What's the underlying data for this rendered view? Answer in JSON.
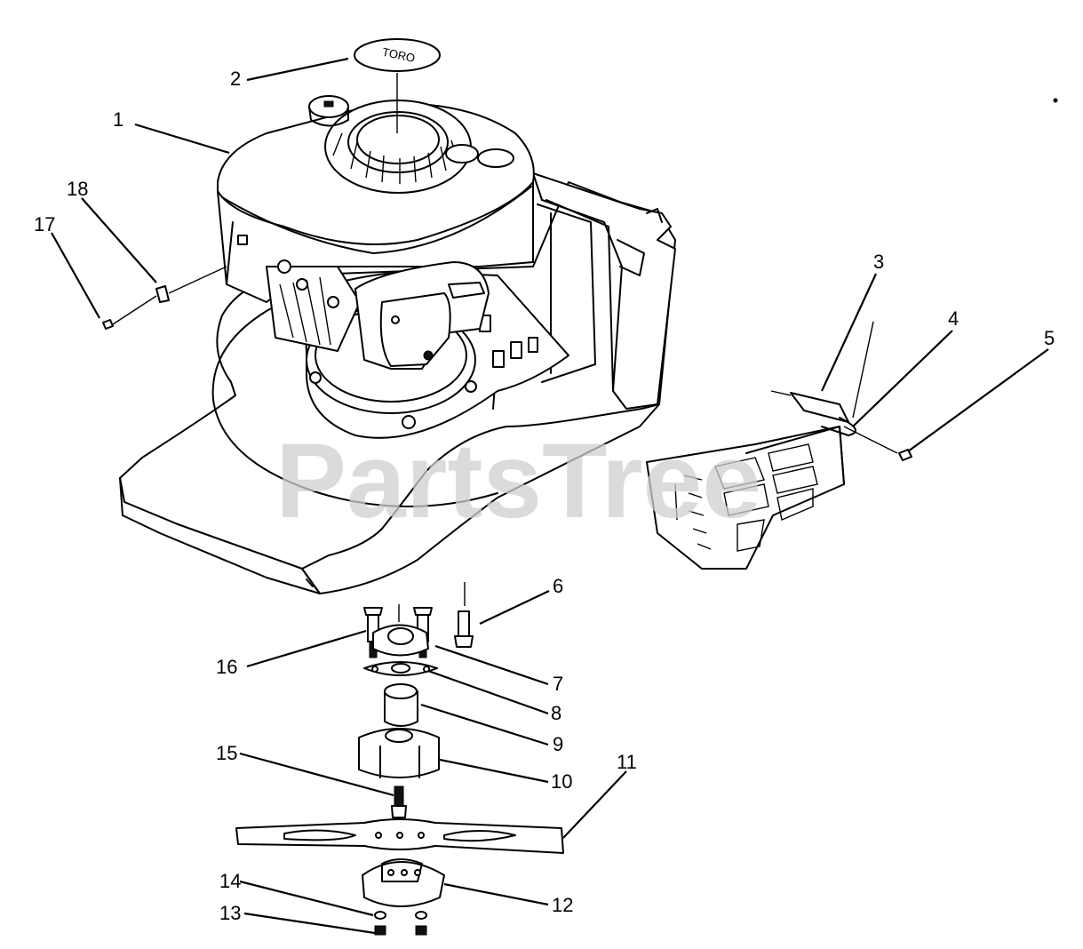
{
  "watermark": "PartsTree",
  "logo_text": "TORO",
  "callouts": [
    {
      "id": "1",
      "label": "1"
    },
    {
      "id": "2",
      "label": "2"
    },
    {
      "id": "3",
      "label": "3"
    },
    {
      "id": "4",
      "label": "4"
    },
    {
      "id": "5",
      "label": "5"
    },
    {
      "id": "6",
      "label": "6"
    },
    {
      "id": "7",
      "label": "7"
    },
    {
      "id": "8",
      "label": "8"
    },
    {
      "id": "9",
      "label": "9"
    },
    {
      "id": "10",
      "label": "10"
    },
    {
      "id": "11",
      "label": "11"
    },
    {
      "id": "12",
      "label": "12"
    },
    {
      "id": "13",
      "label": "13"
    },
    {
      "id": "14",
      "label": "14"
    },
    {
      "id": "15",
      "label": "15"
    },
    {
      "id": "16",
      "label": "16"
    },
    {
      "id": "17",
      "label": "17"
    },
    {
      "id": "18",
      "label": "18"
    }
  ]
}
